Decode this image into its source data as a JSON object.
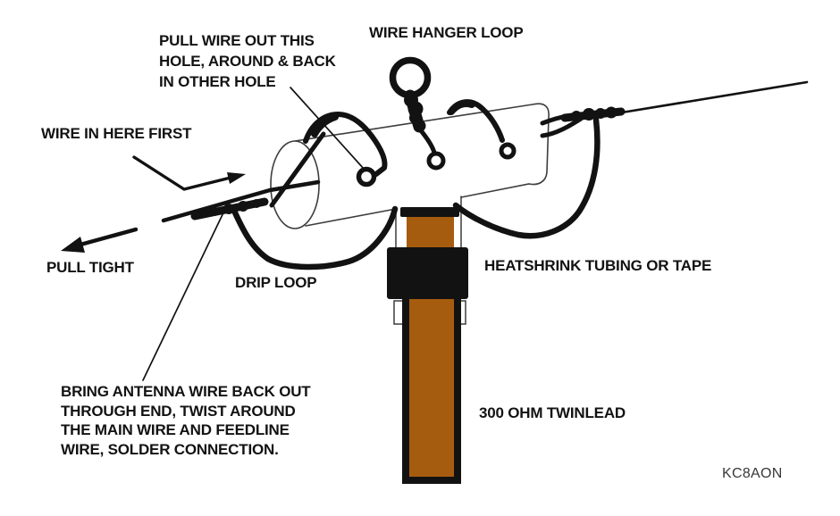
{
  "diagram_title": "Homebrew antenna center insulator / strain relief construction diagram",
  "colors": {
    "ink": "#121212",
    "twinlead_brown": "#a65c0e",
    "canvas": "#ffffff",
    "tube_outline": "#3d3d3d",
    "signature_gray": "#383838"
  },
  "labels": {
    "pull_wire_out": "PULL WIRE OUT THIS\nHOLE, AROUND & BACK\nIN OTHER HOLE",
    "wire_hanger_loop": "WIRE HANGER LOOP",
    "wire_in_here_first": "WIRE IN HERE FIRST",
    "pull_tight": "PULL TIGHT",
    "drip_loop": "DRIP LOOP",
    "heatshrink": "HEATSHRINK TUBING OR TAPE",
    "bring_antenna": "BRING ANTENNA WIRE BACK OUT\nTHROUGH END, TWIST AROUND\nTHE MAIN WIRE AND FEEDLINE\nWIRE, SOLDER CONNECTION.",
    "twinlead": "300 OHM TWINLEAD",
    "signature": "KC8AON"
  }
}
